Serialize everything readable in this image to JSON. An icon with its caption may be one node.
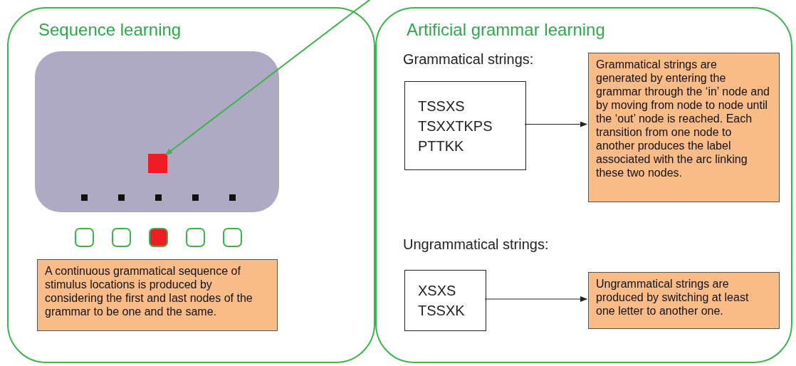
{
  "diagram": {
    "nodes": [
      {
        "text": [
          "Sequence learning"
        ]
      },
      {
        "text": [],
        "shape": "box",
        "in": 0
      },
      {
        "text": [],
        "shape": "box",
        "in": 1
      },
      {
        "text": [
          "A continuous grammatical sequence of stimulus locations is produced by considering the first and last nodes of the grammar to be one and the same."
        ],
        "in": 0
      },
      {
        "text": [
          "Artificial grammar learning"
        ]
      },
      {
        "text": [
          "TSSXS",
          "TSXXTKPS",
          "PTTKK"
        ],
        "in": 4
      },
      {
        "text": [
          "Grammatical strings are generated by entering the grammar through the ‘in’ node and by moving from node to node until the ‘out’ node is reached. Each transition from one node to another produces the label associated with the arc linking these two nodes."
        ],
        "in": 4
      },
      {
        "text": [
          "XSXS",
          "TSSXK"
        ],
        "in": 4
      },
      {
        "text": [
          "Ungrammatical strings are produced by switching at least one letter to another one."
        ],
        "in": 4
      }
    ],
    "edges": [
      {
        "from": null,
        "to": 2,
        "arrow": "to",
        "color": "#3cb44b"
      },
      {
        "from": 5,
        "to": 6,
        "arrow": "to"
      },
      {
        "from": 7,
        "to": 8,
        "arrow": "to"
      }
    ],
    "labels": [
      "Grammatical strings:",
      "Ungrammatical strings:"
    ]
  }
}
